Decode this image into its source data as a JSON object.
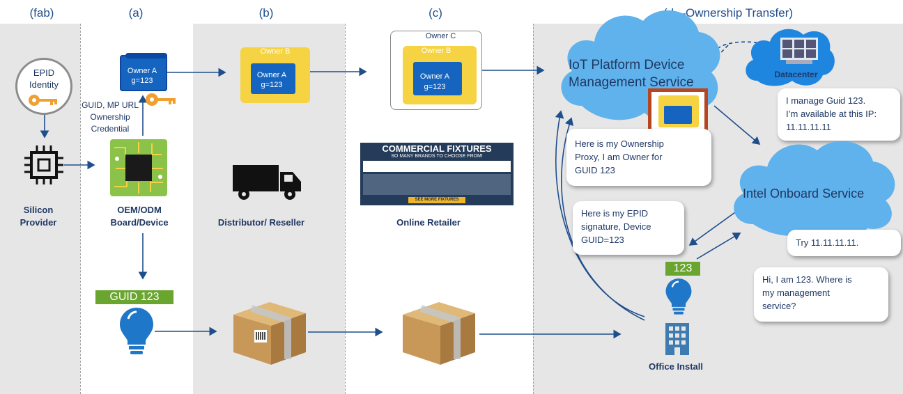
{
  "headers": {
    "fab": "(fab)",
    "a": "(a)",
    "b": "(b)",
    "c": "(c)",
    "d": "(d—Ownership Transfer)"
  },
  "fab": {
    "epid_line1": "EPID",
    "epid_line2": "Identity",
    "label_line1": "Silicon",
    "label_line2": "Provider"
  },
  "a": {
    "voucher_owner": "Owner A",
    "voucher_g": "g=123",
    "cred_line1": "GUID, MP URL",
    "cred_line2": "Ownership",
    "cred_line3": "Credential",
    "label_line1": "OEM/ODM",
    "label_line2": "Board/Device",
    "guid_badge": "GUID 123"
  },
  "b": {
    "outer_owner": "Owner B",
    "inner_owner": "Owner A",
    "inner_g": "g=123",
    "label": "Distributor/ Reseller"
  },
  "c": {
    "owner_c": "Owner C",
    "owner_b": "Owner B",
    "owner_a": "Owner A",
    "g": "g=123",
    "banner_title": "COMMERCIAL FIXTURES",
    "banner_sub": "SO MANY BRANDS TO CHOOSE FROM!",
    "banner_btn": "SEE MORE FIXTURES",
    "label": "Online Retailer"
  },
  "d": {
    "iot_line1": "IoT Platform Device",
    "iot_line2": "Management Service",
    "datacenter": "Datacenter",
    "intel": "Intel Onboard Service",
    "call_manage_1": "I manage Guid 123.",
    "call_manage_2": "I’m available at this IP:",
    "call_manage_3": "11.11.11.11",
    "call_proxy_1": "Here is my Ownership",
    "call_proxy_2": "Proxy, I am Owner for",
    "call_proxy_3": "GUID 123",
    "call_epid_1": "Here is my EPID",
    "call_epid_2": "signature, Device",
    "call_epid_3": "GUID=123",
    "call_try": "Try 11.11.11.11.",
    "call_hi_1": "Hi, I am 123. Where is",
    "call_hi_2": "my management",
    "call_hi_3": "service?",
    "badge_123": "123",
    "office": "Office Install"
  },
  "colors": {
    "column_gray": "#e6e6e6",
    "arrow": "#1f4e8c",
    "scroll_blue": "#1565c0",
    "scroll_yellow": "#f5d342",
    "cloud_blue": "#5fb2ec",
    "guid_green": "#6aa62f"
  }
}
